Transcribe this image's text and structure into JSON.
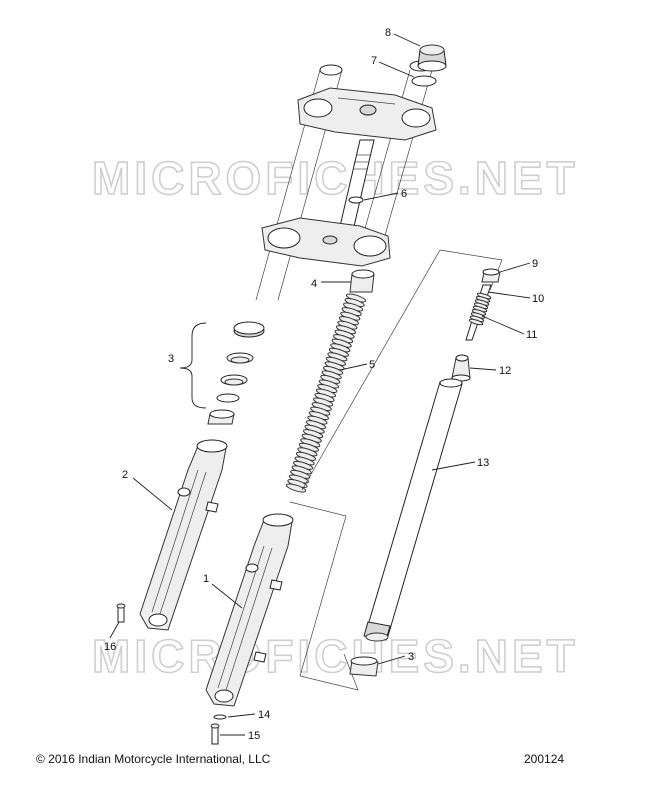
{
  "watermark": "MICROFICHES.NET",
  "callouts": [
    "1",
    "2",
    "3",
    "3",
    "4",
    "5",
    "6",
    "7",
    "8",
    "9",
    "10",
    "11",
    "12",
    "13",
    "14",
    "15",
    "16"
  ],
  "footer": {
    "copyright": "© 2016 Indian Motorcycle International, LLC",
    "drawing_number": "200124"
  }
}
